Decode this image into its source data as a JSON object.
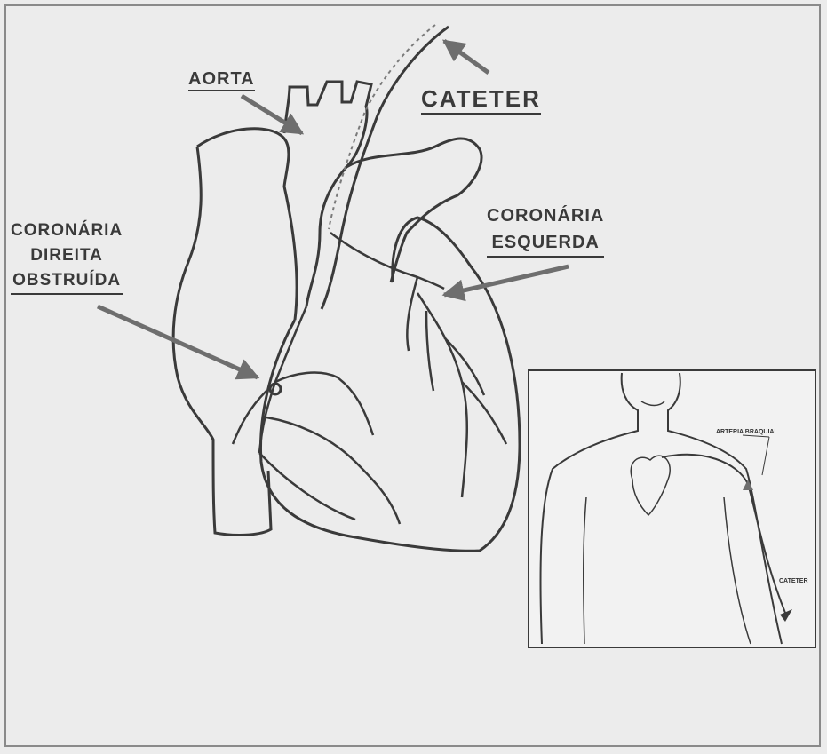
{
  "labels": {
    "aorta": "AORTA",
    "cateter": "CATETER",
    "coronaria_esquerda": [
      "CORONÁRIA",
      "ESQUERDA"
    ],
    "coronaria_direita": [
      "CORONÁRIA",
      "DIREITA",
      "OBSTRUÍDA"
    ]
  },
  "inset": {
    "arteria_braquial": "ARTERIA BRAQUIAL",
    "cateter": "CATETER"
  },
  "colors": {
    "background": "#ececec",
    "line": "#3a3a3a",
    "arrow": "#6e6e6e"
  }
}
